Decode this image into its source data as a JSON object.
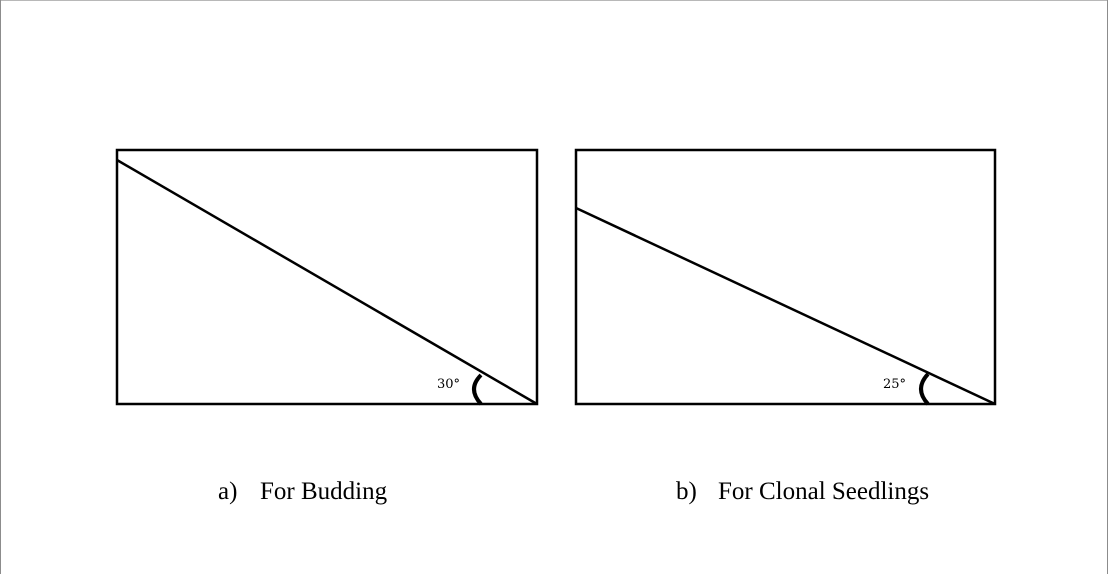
{
  "diagrams": [
    {
      "id": "a",
      "angle_label": "30°",
      "angle_degrees": 30,
      "caption_letter": "a)",
      "caption_text": "For Budding"
    },
    {
      "id": "b",
      "angle_label": "25°",
      "angle_degrees": 25,
      "caption_letter": "b)",
      "caption_text": "For Clonal Seedlings"
    }
  ],
  "colors": {
    "stroke": "#000000",
    "background": "#ffffff"
  }
}
